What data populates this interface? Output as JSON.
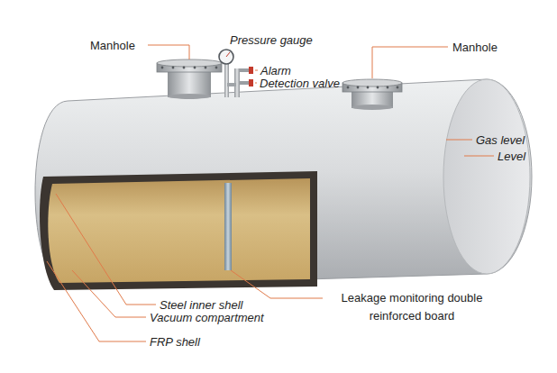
{
  "diagram": {
    "labels": [
      "Manhole",
      "Pressure gauge",
      "Manhole",
      "Alarm",
      "Detection valve",
      "Gas level",
      "Level",
      "Steel inner shell",
      "Leakage monitoring double reinforced board",
      "Vacuum compartment",
      "FRP shell"
    ]
  }
}
